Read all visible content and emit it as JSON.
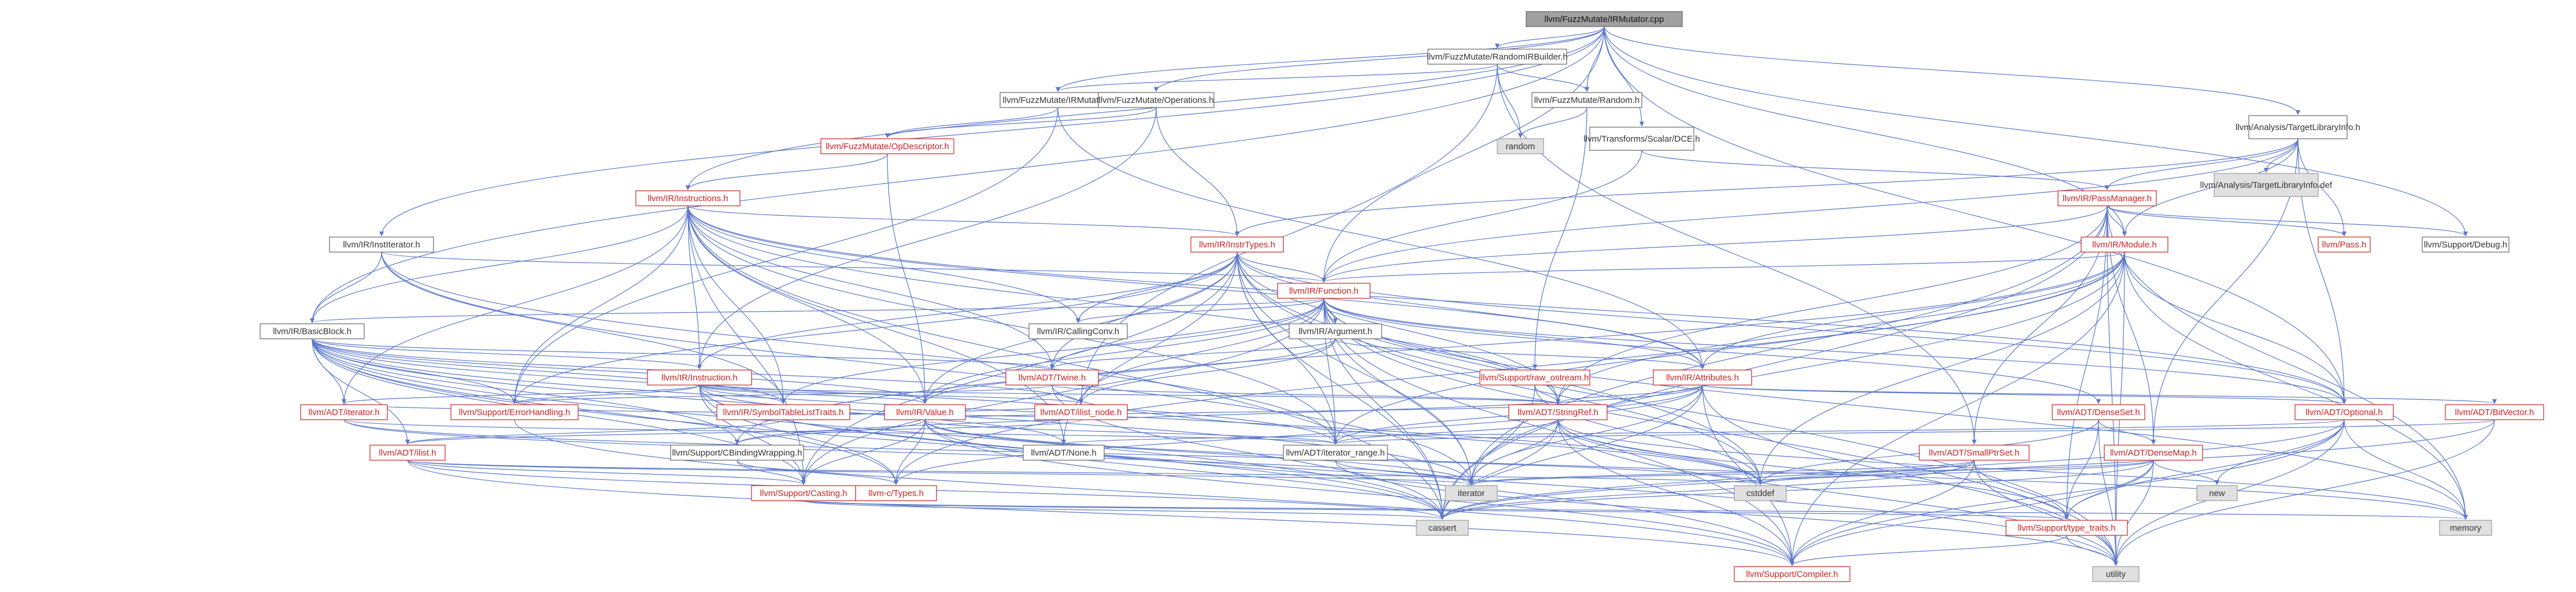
{
  "colors": {
    "edge": "#5b78c9",
    "root_fill": "#a0a0a0",
    "root_border": "#666666",
    "node_fill": "#ffffff",
    "node_border_red": "#cc2222",
    "node_border_gray": "#666666",
    "sys_fill": "#e0e0e0",
    "sys_border": "#999999",
    "text_red": "#cc2222",
    "text_dark": "#333333"
  },
  "nodes": [
    {
      "id": "root",
      "label": "llvm/FuzzMutate/IRMutator.cpp",
      "kind": "root"
    },
    {
      "id": "randir",
      "label": "llvm/FuzzMutate/RandomIRBuilder.h",
      "kind": "doc"
    },
    {
      "id": "irmut",
      "label": "llvm/FuzzMutate/IRMutator.h",
      "kind": "doc"
    },
    {
      "id": "ops",
      "label": "llvm/FuzzMutate/Operations.h",
      "kind": "doc"
    },
    {
      "id": "random",
      "label": "llvm/FuzzMutate/Random.h",
      "kind": "doc"
    },
    {
      "id": "dce",
      "label": "llvm/Transforms/Scalar/DCE.h",
      "kind": "doc"
    },
    {
      "id": "tli",
      "label": "llvm/Analysis/TargetLibraryInfo.h",
      "kind": "doc"
    },
    {
      "id": "randomsys",
      "label": "random",
      "kind": "sys"
    },
    {
      "id": "opdesc",
      "label": "llvm/FuzzMutate/OpDescriptor.h",
      "kind": "red"
    },
    {
      "id": "tlidef",
      "label": "llvm/Analysis/TargetLibraryInfo.def",
      "kind": "sys"
    },
    {
      "id": "instructions",
      "label": "llvm/IR/Instructions.h",
      "kind": "red"
    },
    {
      "id": "passmgr",
      "label": "llvm/IR/PassManager.h",
      "kind": "red"
    },
    {
      "id": "pass",
      "label": "llvm/Pass.h",
      "kind": "red"
    },
    {
      "id": "debug",
      "label": "llvm/Support/Debug.h",
      "kind": "doc"
    },
    {
      "id": "institer",
      "label": "llvm/IR/InstIterator.h",
      "kind": "doc"
    },
    {
      "id": "insttypes",
      "label": "llvm/IR/InstrTypes.h",
      "kind": "red"
    },
    {
      "id": "module",
      "label": "llvm/IR/Module.h",
      "kind": "red"
    },
    {
      "id": "function",
      "label": "llvm/IR/Function.h",
      "kind": "red"
    },
    {
      "id": "basicblock",
      "label": "llvm/IR/BasicBlock.h",
      "kind": "doc"
    },
    {
      "id": "callingconv",
      "label": "llvm/IR/CallingConv.h",
      "kind": "doc"
    },
    {
      "id": "argument",
      "label": "llvm/IR/Argument.h",
      "kind": "doc"
    },
    {
      "id": "instruction",
      "label": "llvm/IR/Instruction.h",
      "kind": "red"
    },
    {
      "id": "twine",
      "label": "llvm/ADT/Twine.h",
      "kind": "red"
    },
    {
      "id": "rawostream",
      "label": "llvm/Support/raw_ostream.h",
      "kind": "red"
    },
    {
      "id": "attributes",
      "label": "llvm/IR/Attributes.h",
      "kind": "red"
    },
    {
      "id": "optional",
      "label": "llvm/ADT/Optional.h",
      "kind": "red"
    },
    {
      "id": "bitvector",
      "label": "llvm/ADT/BitVector.h",
      "kind": "red"
    },
    {
      "id": "adtiterator",
      "label": "llvm/ADT/iterator.h",
      "kind": "red"
    },
    {
      "id": "errhandling",
      "label": "llvm/Support/ErrorHandling.h",
      "kind": "red"
    },
    {
      "id": "symtab",
      "label": "llvm/IR/SymbolTableListTraits.h",
      "kind": "red"
    },
    {
      "id": "value",
      "label": "llvm/IR/Value.h",
      "kind": "red"
    },
    {
      "id": "ilistnode",
      "label": "llvm/ADT/ilist_node.h",
      "kind": "red"
    },
    {
      "id": "stringref",
      "label": "llvm/ADT/StringRef.h",
      "kind": "red"
    },
    {
      "id": "densetset",
      "label": "llvm/ADT/DenseSet.h",
      "kind": "red"
    },
    {
      "id": "ilist",
      "label": "llvm/ADT/ilist.h",
      "kind": "red"
    },
    {
      "id": "cbinding",
      "label": "llvm/Support/CBindingWrapping.h",
      "kind": "doc"
    },
    {
      "id": "none",
      "label": "llvm/ADT/None.h",
      "kind": "doc"
    },
    {
      "id": "itrange",
      "label": "llvm/ADT/iterator_range.h",
      "kind": "doc"
    },
    {
      "id": "smallptr",
      "label": "llvm/ADT/SmallPtrSet.h",
      "kind": "red"
    },
    {
      "id": "densemap",
      "label": "llvm/ADT/DenseMap.h",
      "kind": "red"
    },
    {
      "id": "casting",
      "label": "llvm/Support/Casting.h",
      "kind": "red"
    },
    {
      "id": "ctypes",
      "label": "llvm-c/Types.h",
      "kind": "red"
    },
    {
      "id": "iteratorsys",
      "label": "iterator",
      "kind": "sys"
    },
    {
      "id": "cstddef",
      "label": "cstddef",
      "kind": "sys"
    },
    {
      "id": "newsys",
      "label": "new",
      "kind": "sys"
    },
    {
      "id": "cassert",
      "label": "cassert",
      "kind": "sys"
    },
    {
      "id": "memory",
      "label": "memory",
      "kind": "sys"
    },
    {
      "id": "typetraits",
      "label": "llvm/Support/type_traits.h",
      "kind": "red"
    },
    {
      "id": "compiler",
      "label": "llvm/Support/Compiler.h",
      "kind": "red"
    },
    {
      "id": "utility",
      "label": "utility",
      "kind": "sys"
    }
  ]
}
